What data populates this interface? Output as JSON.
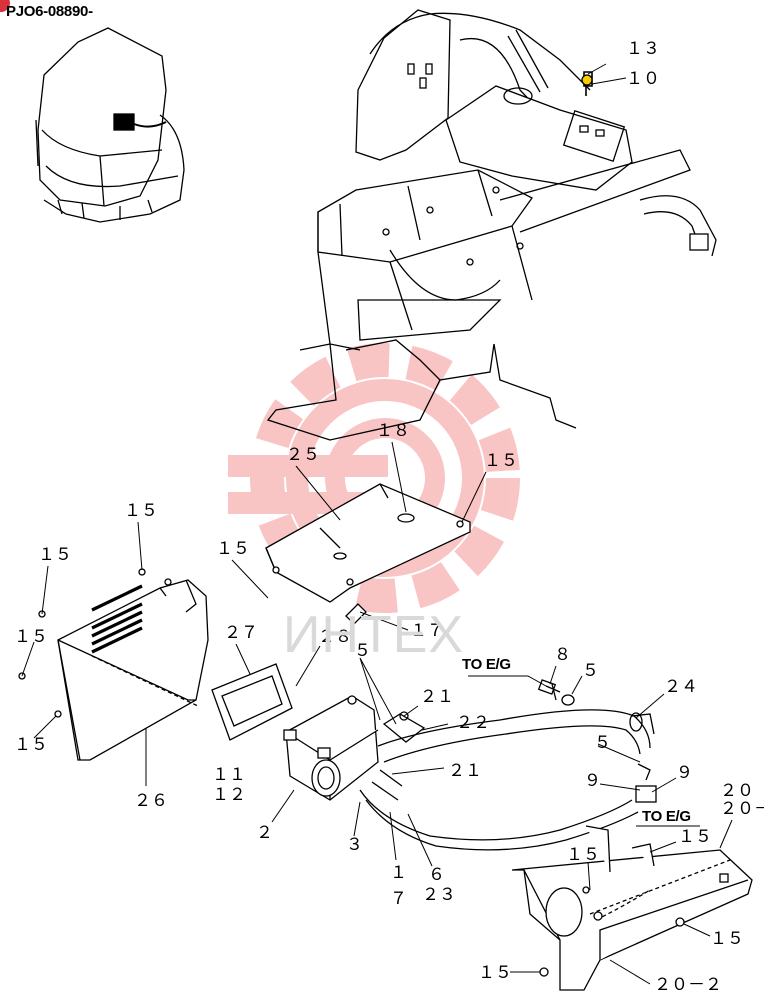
{
  "document": {
    "drawing_code": "PJO6-08890-",
    "watermark_text": "ИНТЕХ",
    "brand_color": "#e8302f"
  },
  "annotations": {
    "to_eg_1": "TO E/G",
    "to_eg_2": "TO E/G"
  },
  "callouts": [
    {
      "id": "c13",
      "label": "１３"
    },
    {
      "id": "c10",
      "label": "１０"
    },
    {
      "id": "c18",
      "label": "１８"
    },
    {
      "id": "c25",
      "label": "２５"
    },
    {
      "id": "c15a",
      "label": "１５"
    },
    {
      "id": "c15b",
      "label": "１５"
    },
    {
      "id": "c15c",
      "label": "１５"
    },
    {
      "id": "c15d",
      "label": "１５"
    },
    {
      "id": "c15e",
      "label": "１５"
    },
    {
      "id": "c15f",
      "label": "１５"
    },
    {
      "id": "c15g",
      "label": "１５"
    },
    {
      "id": "c15h",
      "label": "１５"
    },
    {
      "id": "c15i",
      "label": "１５"
    },
    {
      "id": "c15j",
      "label": "１５"
    },
    {
      "id": "c17",
      "label": "１７"
    },
    {
      "id": "c27",
      "label": "２７"
    },
    {
      "id": "c28",
      "label": "２８"
    },
    {
      "id": "c26",
      "label": "２６"
    },
    {
      "id": "c8",
      "label": "８"
    },
    {
      "id": "c5a",
      "label": "５"
    },
    {
      "id": "c5b",
      "label": "５"
    },
    {
      "id": "c5c",
      "label": "５"
    },
    {
      "id": "c24",
      "label": "２４"
    },
    {
      "id": "c21a",
      "label": "２１"
    },
    {
      "id": "c22",
      "label": "２２"
    },
    {
      "id": "c21b",
      "label": "２１"
    },
    {
      "id": "c9a",
      "label": "９"
    },
    {
      "id": "c9b",
      "label": "９"
    },
    {
      "id": "c11",
      "label": "１１"
    },
    {
      "id": "c12",
      "label": "１２"
    },
    {
      "id": "c2",
      "label": "２"
    },
    {
      "id": "c3",
      "label": "３"
    },
    {
      "id": "c1",
      "label": "１"
    },
    {
      "id": "c7",
      "label": "７"
    },
    {
      "id": "c6",
      "label": "６"
    },
    {
      "id": "c23",
      "label": "２３"
    },
    {
      "id": "c20",
      "label": "２０"
    },
    {
      "id": "c20dash",
      "label": "２０－"
    },
    {
      "id": "c20_2",
      "label": "２０－２"
    }
  ]
}
